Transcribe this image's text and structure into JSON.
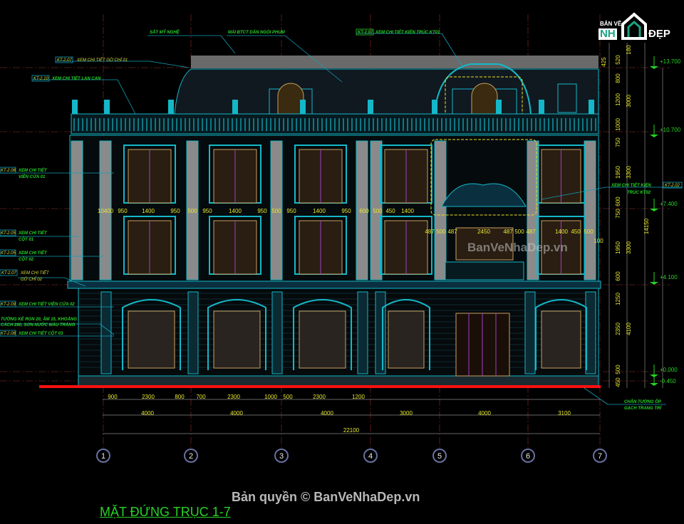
{
  "title": "MẶT ĐỨNG TRỤC 1-7",
  "watermark": "Bản quyền © BanVeNhaDep.vn",
  "watermark_center": "BanVeNhaDep.vn",
  "logo": {
    "top": "BẢN VẼ",
    "left": "NH",
    "right": "ĐẸP"
  },
  "annotations": [
    {
      "tag": "",
      "text": "SẮT MỸ NGHỆ"
    },
    {
      "tag": "",
      "text": "MÁI BTCT DÁN NGÓI PHUM"
    },
    {
      "tag": "KT-2.07",
      "text": "XEM CHI TIẾT KIẾN TRÚC KT01"
    },
    {
      "tag": "KT-2.07",
      "text": "XEM CHI TIẾT GỜ CHỈ 01"
    },
    {
      "tag": "KT-2.10",
      "text": "XEM CHI TIẾT LAN CAN"
    },
    {
      "tag": "KT-2.08",
      "text": "XEM CHI TIẾT",
      "text2": "VIỀN CỬA 01"
    },
    {
      "tag": "KT-2.05",
      "text": "XEM CHI TIẾT",
      "text2": "CỘT 01"
    },
    {
      "tag": "KT-2.05",
      "text": "XEM CHI TIẾT",
      "text2": "CỘT 02"
    },
    {
      "tag": "KT-2.07",
      "text": "XEM CHI TIẾT",
      "text2": "GỜ CHỈ 02"
    },
    {
      "tag": "KT-2.09",
      "text": "XEM CHI TIẾT VIỀN CỬA 02"
    },
    {
      "tag": "",
      "text": "TƯỜNG KẺ RON 20, ÂM 15, KHOẢNG",
      "text2": "CÁCH 280, SƠN NƯỚC MÀU TRẮNG"
    },
    {
      "tag": "KT-2.08",
      "text": "XEM CHI TIẾT CỘT 03"
    },
    {
      "tag": "KT-2.02",
      "text": "XEM CHI TIẾT KIẾN",
      "text2": "TRÚC KT02"
    },
    {
      "tag": "",
      "text": "CHÂN TƯỜNG ỐP",
      "text2": "GẠCH TRANG TRÍ"
    }
  ],
  "levels": [
    "+13.700",
    "+10.700",
    "+7.400",
    "+4.100",
    "+0.000",
    "-0.450"
  ],
  "vertical_dims": {
    "inner": [
      "425",
      "520",
      "800",
      "1200",
      "1000",
      "750",
      "1950",
      "600",
      "750",
      "1950",
      "600",
      "1250",
      "2350",
      "500",
      "450"
    ],
    "middle": [
      "180",
      "3000",
      "3300",
      "3300",
      "4100"
    ],
    "total": "14150"
  },
  "mid_dims": [
    "10400",
    "950",
    "1400",
    "950",
    "500",
    "950",
    "1400",
    "950",
    "500",
    "950",
    "1400",
    "950",
    "600",
    "500",
    "450",
    "1400"
  ],
  "mid_dims2": [
    "487",
    "500",
    "487",
    "2450",
    "487",
    "500",
    "487",
    "1400",
    "450",
    "500",
    "100"
  ],
  "bottom_dims": {
    "row1": [
      "900",
      "2300",
      "800",
      "700",
      "2300",
      "1000",
      "500",
      "2300",
      "1200"
    ],
    "row2": [
      "4000",
      "4000",
      "4000",
      "3000",
      "4000",
      "3100"
    ],
    "total": "22100"
  },
  "grid_axes": [
    "1",
    "2",
    "3",
    "4",
    "5",
    "6",
    "7"
  ],
  "colors": {
    "structure": "#14b8c8",
    "dim": "#e8e830",
    "annotation": "#27d327",
    "ground": "#ff1010",
    "highlight": "#f0e020"
  }
}
